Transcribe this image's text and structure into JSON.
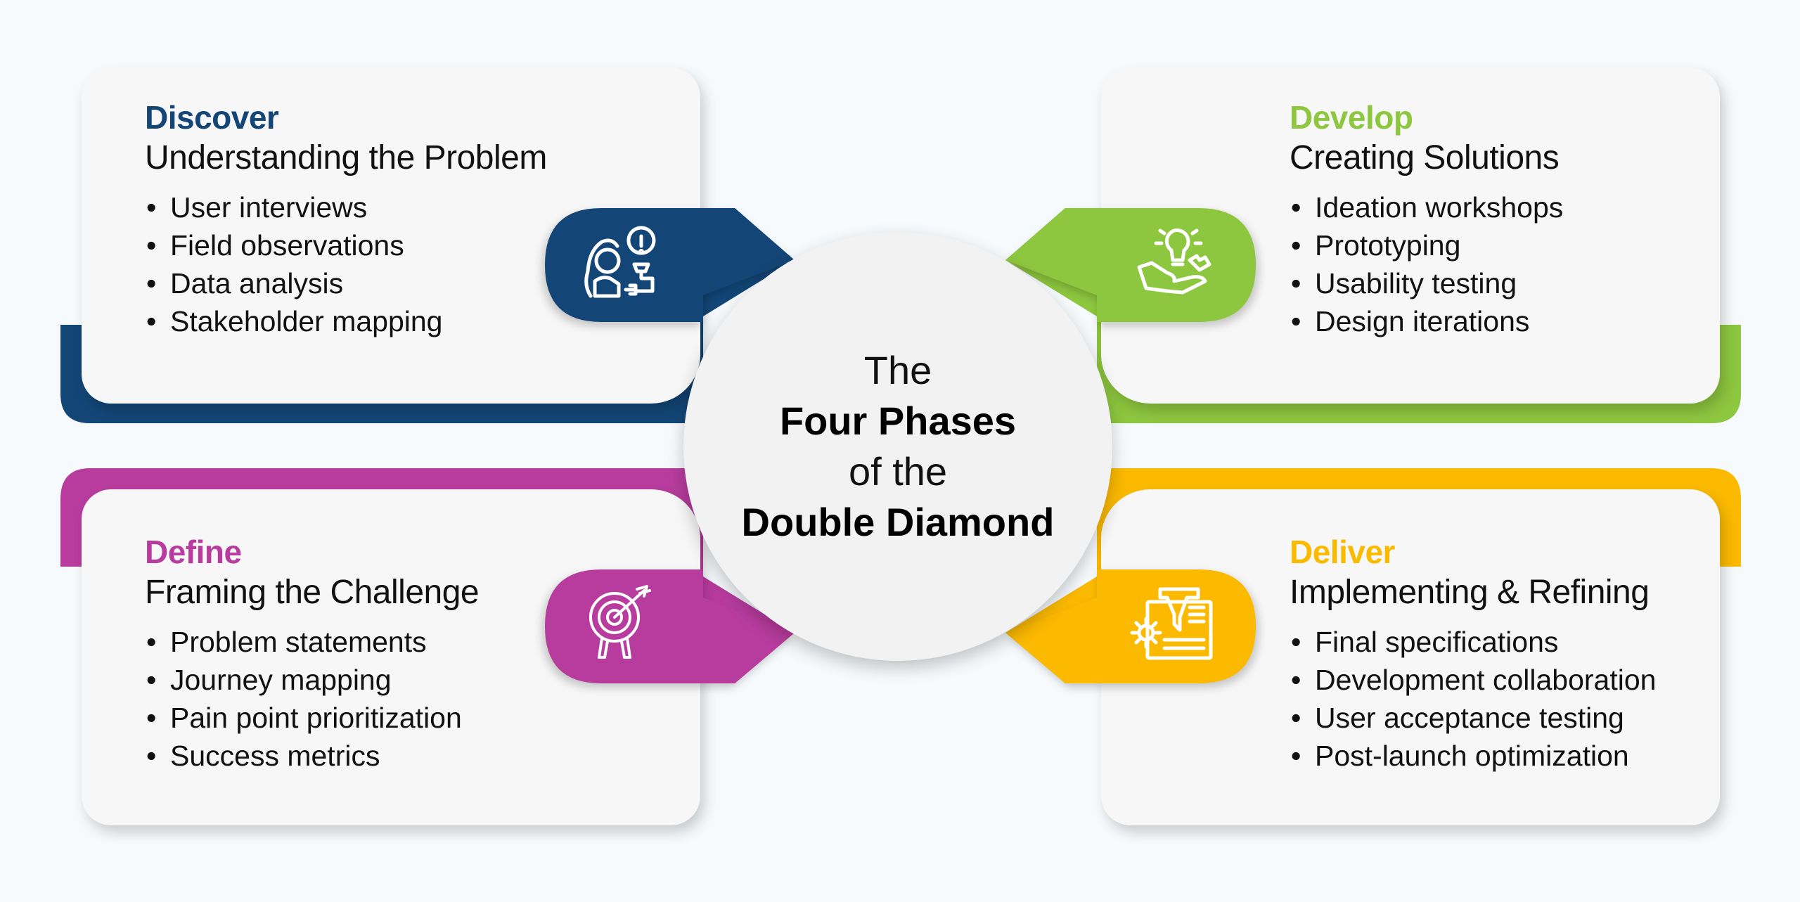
{
  "center": {
    "line1": "The",
    "line2": "Four Phases",
    "line3": "of the",
    "line4": "Double Diamond"
  },
  "phases": [
    {
      "title": "Discover",
      "subtitle": "Understanding the Problem",
      "color": "#134677",
      "icon": "person-lightbulb-icon",
      "bullets": [
        "User interviews",
        "Field observations",
        "Data analysis",
        "Stakeholder mapping"
      ]
    },
    {
      "title": "Develop",
      "subtitle": "Creating Solutions",
      "color": "#8dc63f",
      "icon": "hand-lightbulb-puzzle-icon",
      "bullets": [
        "Ideation workshops",
        "Prototyping",
        "Usability testing",
        "Design iterations"
      ]
    },
    {
      "title": "Define",
      "subtitle": "Framing the Challenge",
      "color": "#b83c9e",
      "icon": "target-arrow-icon",
      "bullets": [
        "Problem statements",
        "Journey mapping",
        "Pain point prioritization",
        "Success metrics"
      ]
    },
    {
      "title": "Deliver",
      "subtitle": "Implementing & Refining",
      "color": "#fbb900",
      "icon": "funnel-gear-document-icon",
      "bullets": [
        "Final specifications",
        "Development collaboration",
        "User acceptance testing",
        "Post-launch optimization"
      ]
    }
  ]
}
